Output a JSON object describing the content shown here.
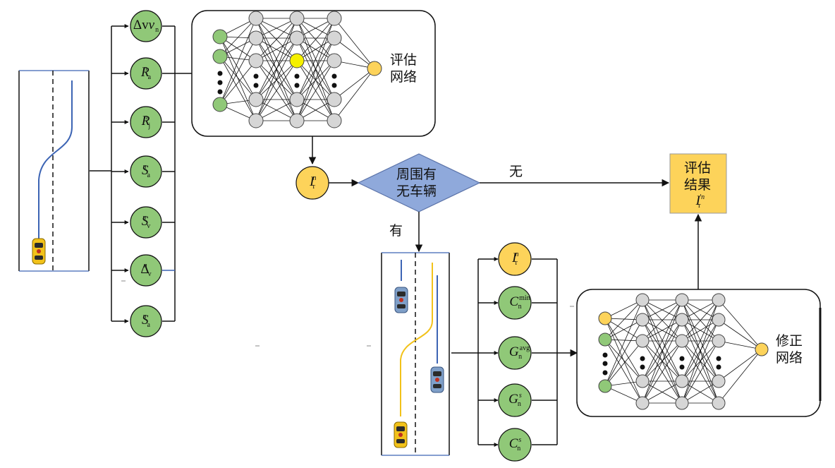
{
  "nodes": {
    "input1": {
      "base": "Δv",
      "sub": "n",
      "sup": ""
    },
    "input2": {
      "base": "R",
      "sub": "a",
      "sup": "n"
    },
    "input3": {
      "base": "R",
      "sub": "j",
      "sup": "n"
    },
    "input4": {
      "base": "S",
      "sub": "a",
      "sup": "n"
    },
    "input5": {
      "base": "S",
      "sub": "v",
      "sup": "n"
    },
    "input6": {
      "base": "Δ",
      "sub": "v",
      "sup": "n"
    },
    "input7": {
      "base": "S",
      "sub": "a",
      "sup": "n"
    },
    "ir_node": {
      "base": "I",
      "sub": "r",
      "sup": "n"
    },
    "corr1": {
      "base": "I",
      "sub": "r",
      "sup": "n"
    },
    "corr2": {
      "base": "C",
      "sub": "n",
      "sup": "min"
    },
    "corr3": {
      "base": "G",
      "sub": "n",
      "sup": "avg"
    },
    "corr4": {
      "base": "G",
      "sub": "n",
      "sup": "s"
    },
    "corr5": {
      "base": "C",
      "sub": "n",
      "sup": "s"
    }
  },
  "labels": {
    "eval_net_line1": "评估",
    "eval_net_line2": "网络",
    "decision_line1": "周围有",
    "decision_line2": "无车辆",
    "no_label": "无",
    "yes_label": "有",
    "result_line1": "评估",
    "result_line2": "结果",
    "result_var": {
      "base": "I",
      "sub": "r",
      "sup": "′n"
    },
    "corr_net_line1": "修正",
    "corr_net_line2": "网络"
  },
  "colors": {
    "green_node": "#90c878",
    "yellow_node": "#fdd35a",
    "gray_neuron": "#d6d6d6",
    "highlight_neuron": "#f5f000",
    "decision_fill": "#8fa9db",
    "result_fill": "#fdd35a",
    "trajectory_blue": "#3c64b4",
    "trajectory_yellow": "#f2c21a"
  }
}
